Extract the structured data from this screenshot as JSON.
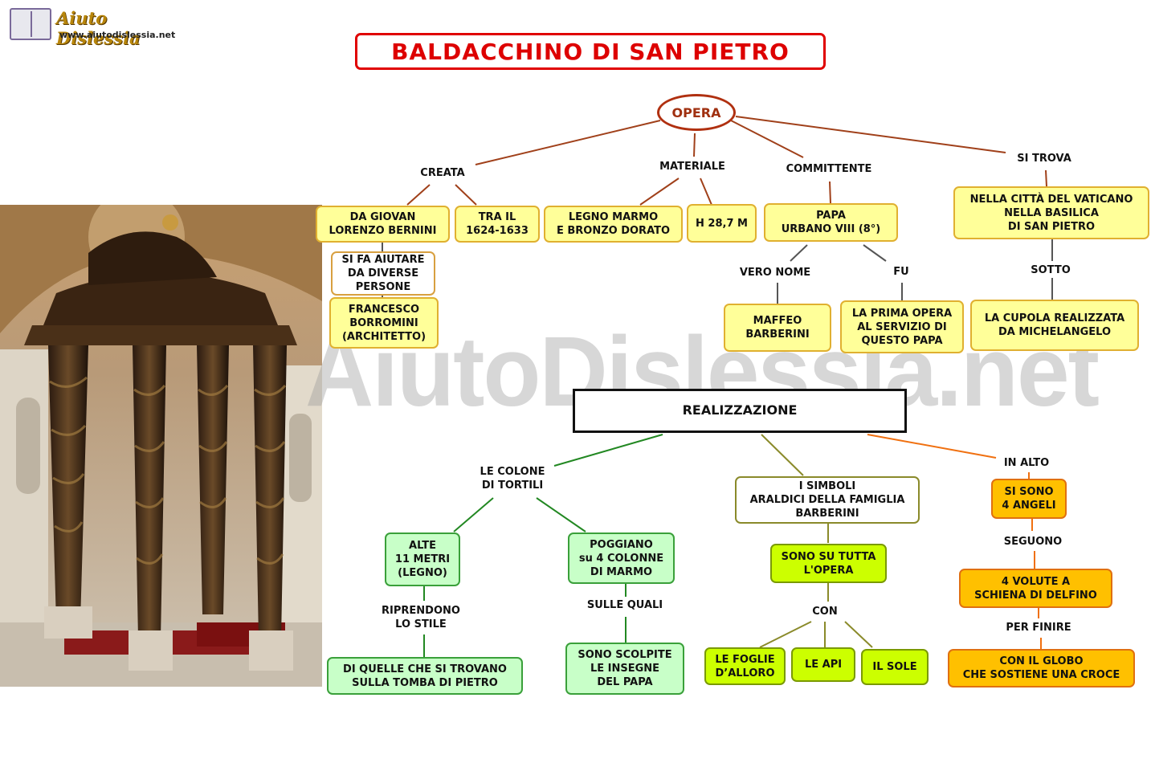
{
  "logo": {
    "name": "Aiuto Dislessia",
    "url": "www.aiutodislessia.net"
  },
  "title": "BALDACCHINO DI SAN PIETRO",
  "watermark": "AiutoDislessia.net",
  "colors": {
    "title": "#dd0000",
    "opera": "#a03010",
    "yellow_box": "#ffff99",
    "green_box": "#c8ffc8",
    "lime_box": "#ccff00",
    "orange_box": "#ffc000"
  },
  "opera": {
    "label": "OPERA",
    "creata": {
      "label": "CREATA",
      "autore": "DA GIOVAN\nLORENZO BERNINI",
      "periodo": "TRA IL\n1624-1633",
      "aiuto": "SI FA AIUTARE\nDA DIVERSE\nPERSONE",
      "borromini": "FRANCESCO\nBORROMINI\n(ARCHITETTO)"
    },
    "materiale": {
      "label": "MATERIALE",
      "materiali": "LEGNO MARMO\nE BRONZO DORATO",
      "altezza": "H 28,7 M"
    },
    "committente": {
      "label": "COMMITTENTE",
      "papa": "PAPA\nURBANO  VIII (8°)",
      "vero_nome_label": "VERO NOME",
      "vero_nome": "MAFFEO\nBARBERINI",
      "fu_label": "FU",
      "fu": "LA PRIMA OPERA\nAL SERVIZIO DI\nQUESTO PAPA"
    },
    "si_trova": {
      "label": "SI TROVA",
      "luogo": "NELLA CITTÀ DEL VATICANO\nNELLA BASILICA\nDI SAN PIETRO",
      "sotto_label": "SOTTO",
      "sotto": "LA CUPOLA REALIZZATA\nDA MICHELANGELO"
    }
  },
  "realizzazione": {
    "label": "REALIZZAZIONE",
    "colonne": {
      "label": "LE COLONE\nDI TORTILI",
      "alte": "ALTE\n11 METRI\n(LEGNO)",
      "riprendono_label": "RIPRENDONO\nLO STILE",
      "tomba": "DI QUELLE CHE SI TROVANO\nSULLA TOMBA DI PIETRO",
      "poggiano": "POGGIANO\nsu 4 COLONNE\nDI MARMO",
      "sulle_quali_label": "SULLE QUALI",
      "insegne": "SONO SCOLPITE\nLE INSEGNE\nDEL PAPA"
    },
    "simboli": {
      "label": "I SIMBOLI\nARALDICI DELLA FAMIGLIA\nBARBERINI",
      "tutta": "SONO SU TUTTA\nL'OPERA",
      "con_label": "CON",
      "foglie": "LE FOGLIE\nD’ALLORO",
      "api": "LE API",
      "sole": "IL SOLE"
    },
    "in_alto": {
      "label": "IN ALTO",
      "angeli": "SI SONO\n4 ANGELI",
      "seguono_label": "SEGUONO",
      "volute": "4 VOLUTE A\nSCHIENA DI DELFINO",
      "per_finire_label": "PER FINIRE",
      "globo": "CON IL GLOBO\nCHE SOSTIENE UNA CROCE"
    }
  }
}
